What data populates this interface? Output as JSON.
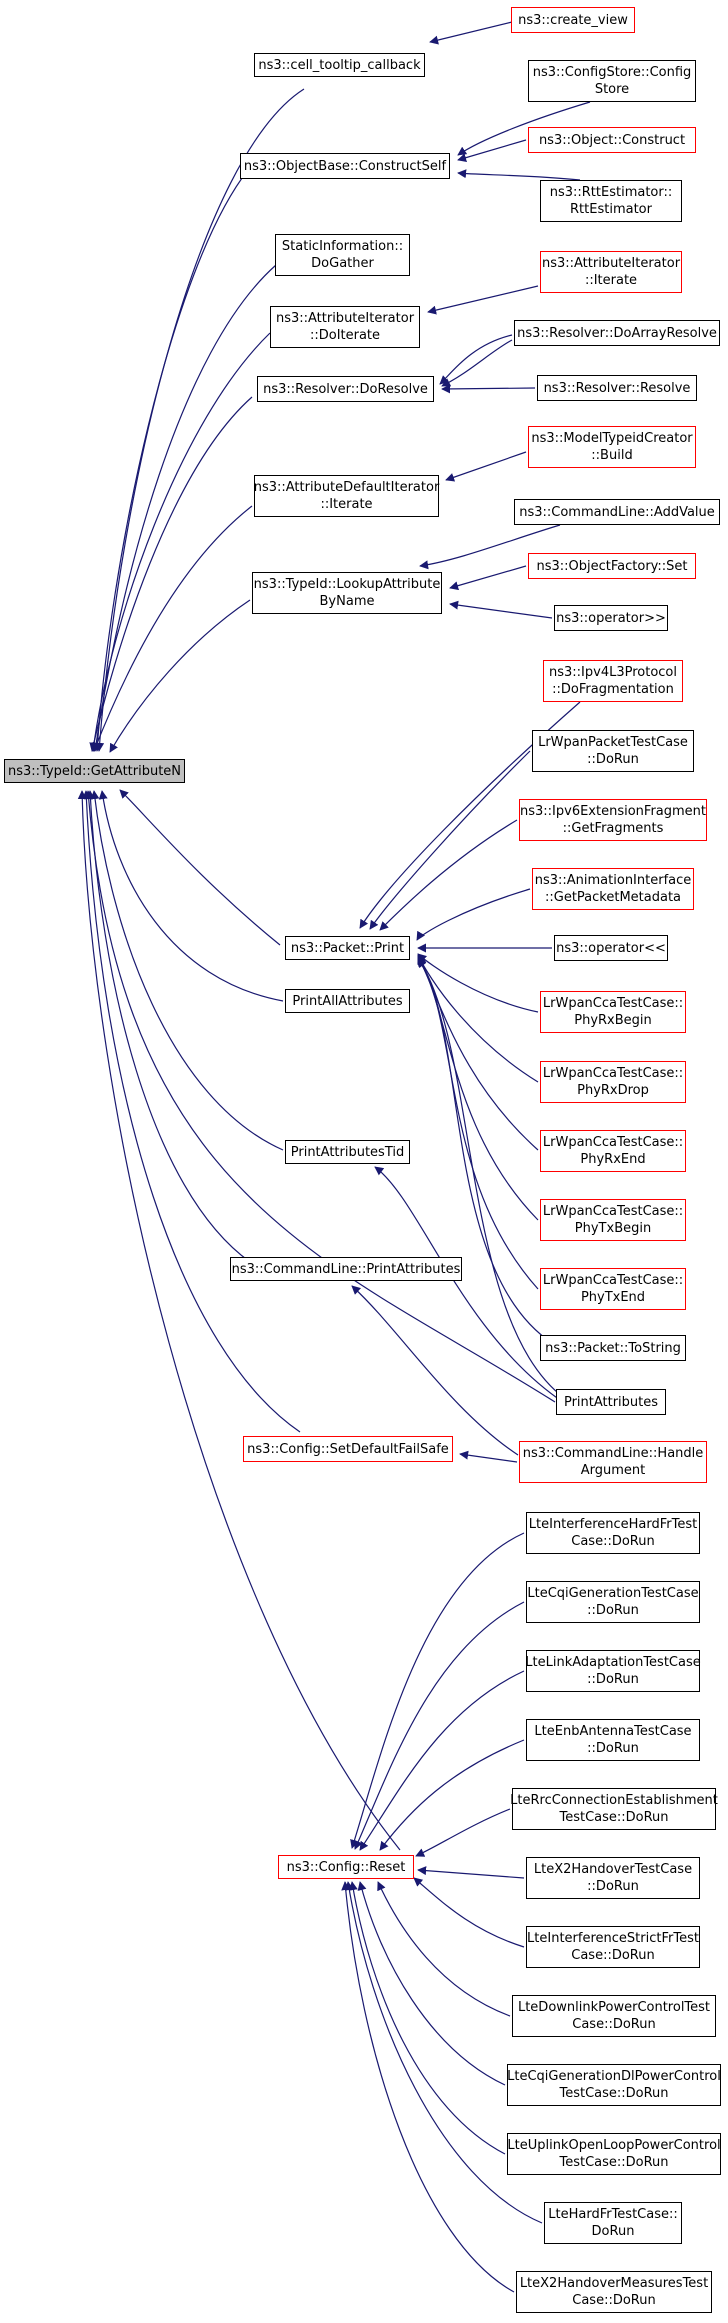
{
  "graph": {
    "root": "ns3::TypeId::GetAttributeN",
    "colors": {
      "edge": "#191970",
      "border_normal": "#000000",
      "border_red": "#ff0000",
      "root_fill": "#bfbfbf"
    },
    "nodes": [
      {
        "id": "root",
        "label": "ns3::TypeId::GetAttributeN",
        "border": "black"
      },
      {
        "id": "cell_tooltip",
        "label": "ns3::cell_tooltip_callback",
        "border": "black"
      },
      {
        "id": "create_view",
        "label": "ns3::create_view",
        "border": "red"
      },
      {
        "id": "objectbase_construct",
        "label": "ns3::ObjectBase::ConstructSelf",
        "border": "black"
      },
      {
        "id": "configstore",
        "label": "ns3::ConfigStore::Config\nStore",
        "border": "black"
      },
      {
        "id": "object_construct",
        "label": "ns3::Object::Construct",
        "border": "red"
      },
      {
        "id": "rttestimator",
        "label": "ns3::RttEstimator::\nRttEstimator",
        "border": "black"
      },
      {
        "id": "staticinfo",
        "label": "StaticInformation::\nDoGather",
        "border": "black"
      },
      {
        "id": "attriter_doiterate",
        "label": "ns3::AttributeIterator\n::DoIterate",
        "border": "black"
      },
      {
        "id": "attriter_iterate",
        "label": "ns3::AttributeIterator\n::Iterate",
        "border": "red"
      },
      {
        "id": "resolver_doresolve",
        "label": "ns3::Resolver::DoResolve",
        "border": "black"
      },
      {
        "id": "resolver_doarray",
        "label": "ns3::Resolver::DoArrayResolve",
        "border": "black"
      },
      {
        "id": "resolver_resolve",
        "label": "ns3::Resolver::Resolve",
        "border": "black"
      },
      {
        "id": "attrdefault_iterate",
        "label": "ns3::AttributeDefaultIterator\n::Iterate",
        "border": "black"
      },
      {
        "id": "modeltypeid_build",
        "label": "ns3::ModelTypeidCreator\n::Build",
        "border": "red"
      },
      {
        "id": "lookup_attr",
        "label": "ns3::TypeId::LookupAttribute\nByName",
        "border": "black"
      },
      {
        "id": "cmdline_addvalue",
        "label": "ns3::CommandLine::AddValue",
        "border": "black"
      },
      {
        "id": "objectfactory_set",
        "label": "ns3::ObjectFactory::Set",
        "border": "red"
      },
      {
        "id": "operator_rr",
        "label": "ns3::operator>>",
        "border": "black"
      },
      {
        "id": "ipv4l3_frag",
        "label": "ns3::Ipv4L3Protocol\n::DoFragmentation",
        "border": "red"
      },
      {
        "id": "lrwpan_packet",
        "label": "LrWpanPacketTestCase\n::DoRun",
        "border": "black"
      },
      {
        "id": "ipv6ext_frag",
        "label": "ns3::Ipv6ExtensionFragment\n::GetFragments",
        "border": "red"
      },
      {
        "id": "anim_meta",
        "label": "ns3::AnimationInterface\n::GetPacketMetadata",
        "border": "red"
      },
      {
        "id": "packet_print",
        "label": "ns3::Packet::Print",
        "border": "black"
      },
      {
        "id": "operator_ll",
        "label": "ns3::operator<<",
        "border": "black"
      },
      {
        "id": "cca_rxbegin",
        "label": "LrWpanCcaTestCase::\nPhyRxBegin",
        "border": "red"
      },
      {
        "id": "printallattr",
        "label": "PrintAllAttributes",
        "border": "black"
      },
      {
        "id": "cca_rxdrop",
        "label": "LrWpanCcaTestCase::\nPhyRxDrop",
        "border": "red"
      },
      {
        "id": "printattrtid",
        "label": "PrintAttributesTid",
        "border": "black"
      },
      {
        "id": "cca_rxend",
        "label": "LrWpanCcaTestCase::\nPhyRxEnd",
        "border": "red"
      },
      {
        "id": "cca_txbegin",
        "label": "LrWpanCcaTestCase::\nPhyTxBegin",
        "border": "red"
      },
      {
        "id": "cmdline_printattr",
        "label": "ns3::CommandLine::PrintAttributes",
        "border": "black"
      },
      {
        "id": "cca_txend",
        "label": "LrWpanCcaTestCase::\nPhyTxEnd",
        "border": "red"
      },
      {
        "id": "packet_tostring",
        "label": "ns3::Packet::ToString",
        "border": "black"
      },
      {
        "id": "printattributes",
        "label": "PrintAttributes",
        "border": "black"
      },
      {
        "id": "config_setdefault",
        "label": "ns3::Config::SetDefaultFailSafe",
        "border": "red"
      },
      {
        "id": "cmdline_handlearg",
        "label": "ns3::CommandLine::Handle\nArgument",
        "border": "red"
      },
      {
        "id": "lte_interf_hard",
        "label": "LteInterferenceHardFrTest\nCase::DoRun",
        "border": "black"
      },
      {
        "id": "lte_cqi_gen",
        "label": "LteCqiGenerationTestCase\n::DoRun",
        "border": "black"
      },
      {
        "id": "lte_link_adapt",
        "label": "LteLinkAdaptationTestCase\n::DoRun",
        "border": "black"
      },
      {
        "id": "lte_enb_antenna",
        "label": "LteEnbAntennaTestCase\n::DoRun",
        "border": "black"
      },
      {
        "id": "lte_rrc",
        "label": "LteRrcConnectionEstablishment\nTestCase::DoRun",
        "border": "black"
      },
      {
        "id": "config_reset",
        "label": "ns3::Config::Reset",
        "border": "red"
      },
      {
        "id": "lte_x2_handover",
        "label": "LteX2HandoverTestCase\n::DoRun",
        "border": "black"
      },
      {
        "id": "lte_interf_strict",
        "label": "LteInterferenceStrictFrTest\nCase::DoRun",
        "border": "black"
      },
      {
        "id": "lte_dl_power",
        "label": "LteDownlinkPowerControlTest\nCase::DoRun",
        "border": "black"
      },
      {
        "id": "lte_cqi_dl_power",
        "label": "LteCqiGenerationDlPowerControl\nTestCase::DoRun",
        "border": "black"
      },
      {
        "id": "lte_ul_power",
        "label": "LteUplinkOpenLoopPowerControl\nTestCase::DoRun",
        "border": "black"
      },
      {
        "id": "lte_hard_fr",
        "label": "LteHardFrTestCase::\nDoRun",
        "border": "black"
      },
      {
        "id": "lte_x2_measures",
        "label": "LteX2HandoverMeasuresTest\nCase::DoRun",
        "border": "black"
      }
    ]
  }
}
